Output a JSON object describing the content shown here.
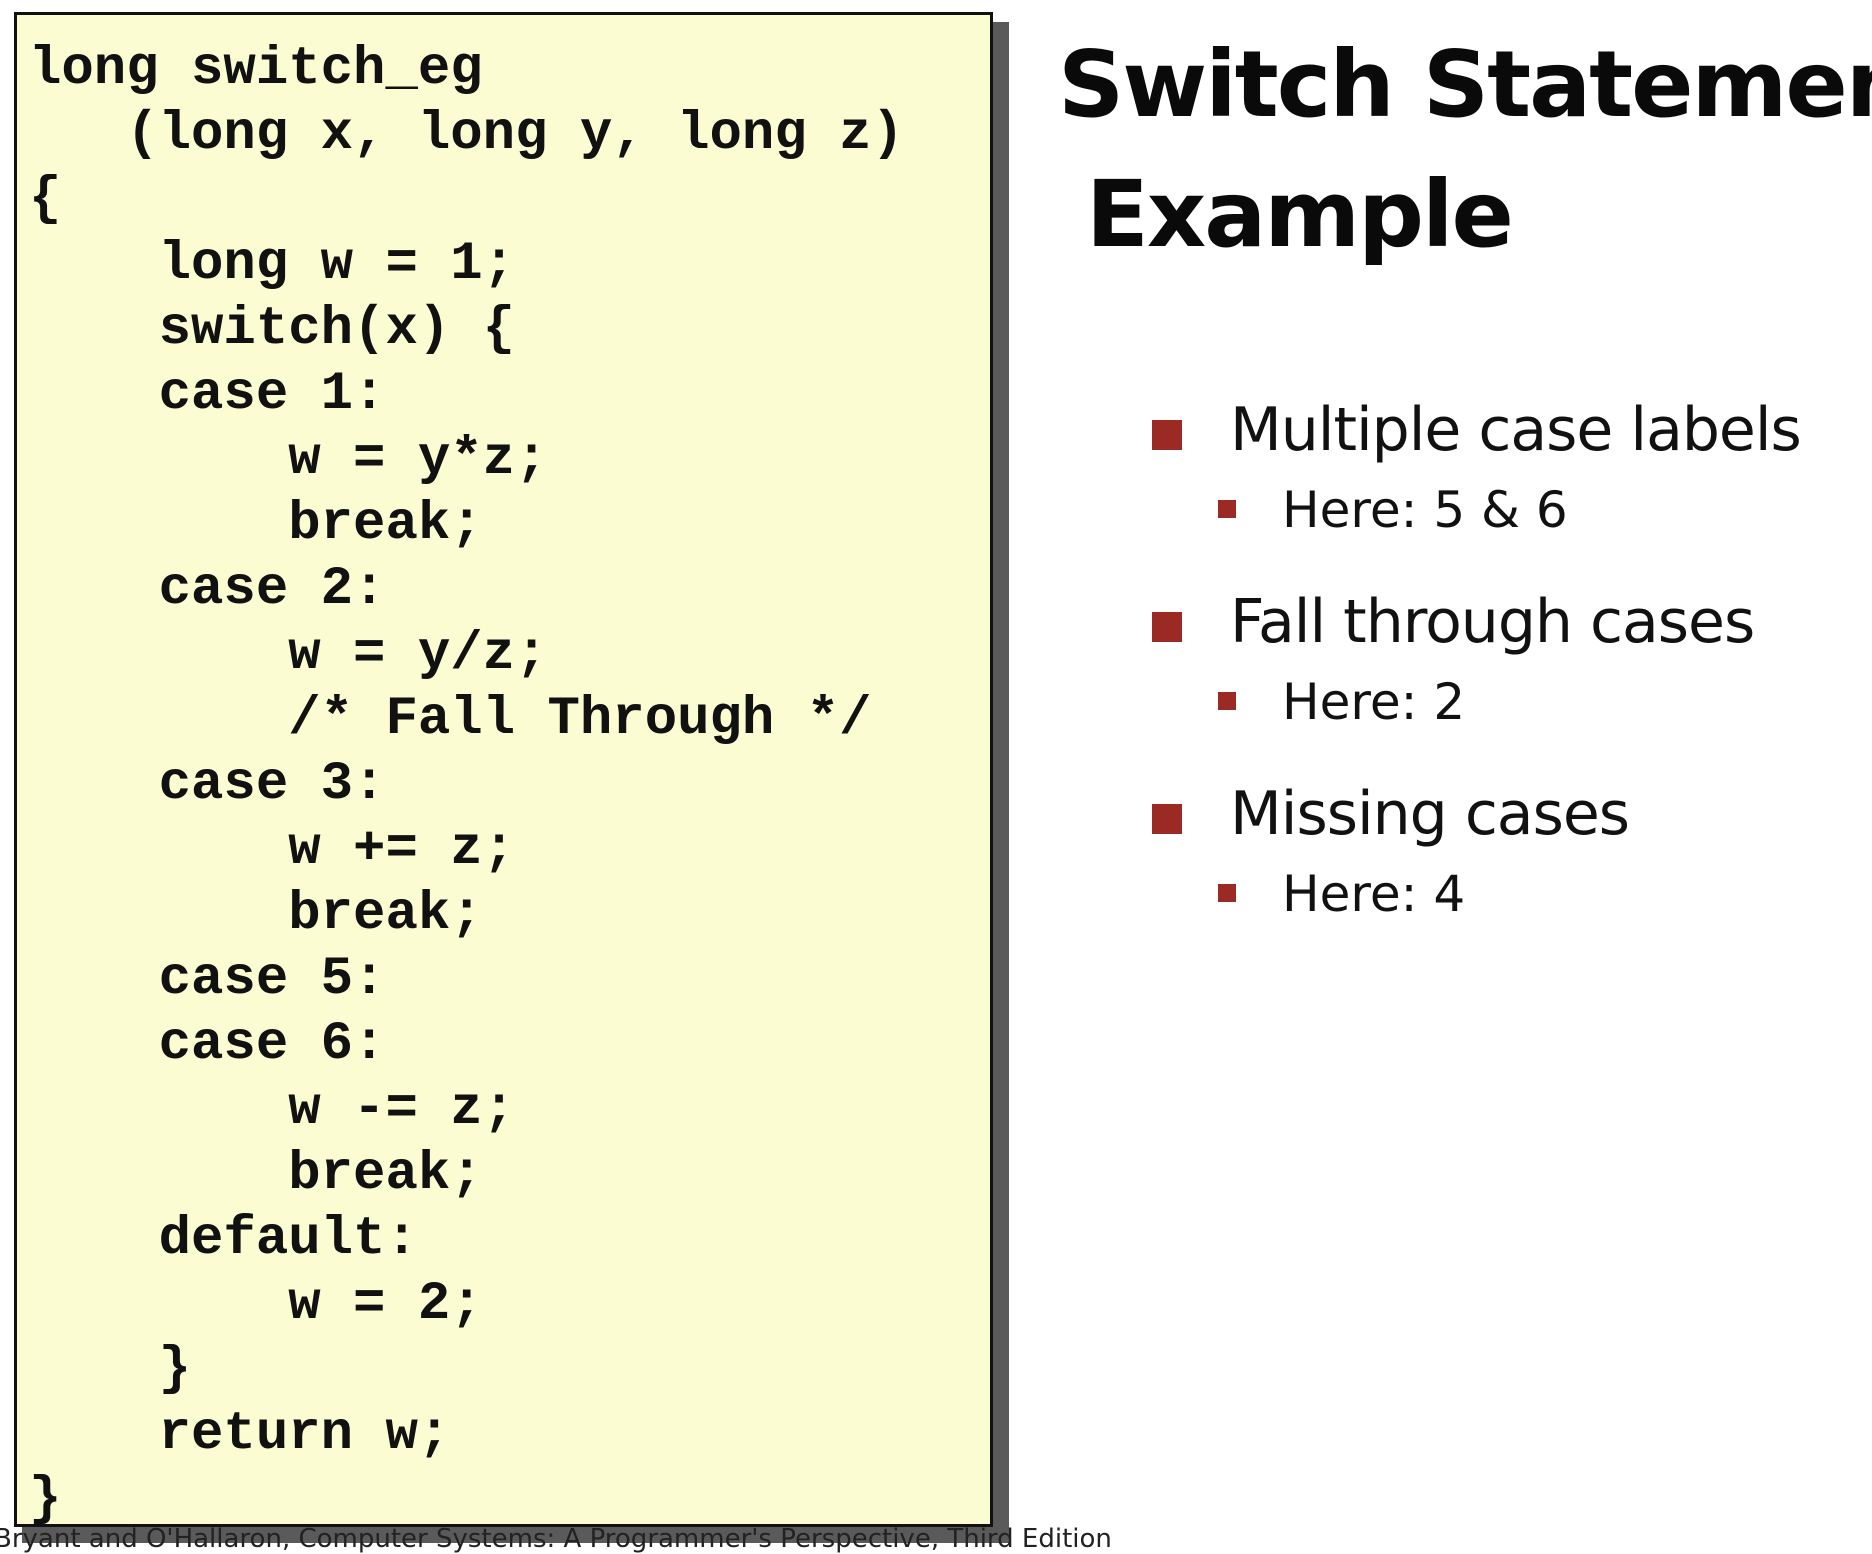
{
  "code": {
    "lines": [
      "long switch_eg",
      "   (long x, long y, long z)",
      "{",
      "    long w = 1;",
      "    switch(x) {",
      "    case 1:",
      "        w = y*z;",
      "        break;",
      "    case 2:",
      "        w = y/z;",
      "        /* Fall Through */",
      "    case 3:",
      "        w += z;",
      "        break;",
      "    case 5:",
      "    case 6:",
      "        w -= z;",
      "        break;",
      "    default:",
      "        w = 2;",
      "    }",
      "    return w;",
      "}"
    ]
  },
  "title": {
    "line1": "Switch Statement",
    "line2": "Example"
  },
  "bullets": [
    {
      "label": "Multiple case labels",
      "sub": "Here: 5 & 6"
    },
    {
      "label": "Fall through cases",
      "sub": "Here: 2"
    },
    {
      "label": "Missing cases",
      "sub": "Here: 4"
    }
  ],
  "footer": "Bryant and O'Hallaron, Computer Systems: A Programmer's Perspective, Third Edition",
  "colors": {
    "code_background": "#fcfcd2",
    "bullet_accent": "#9c2a24"
  }
}
